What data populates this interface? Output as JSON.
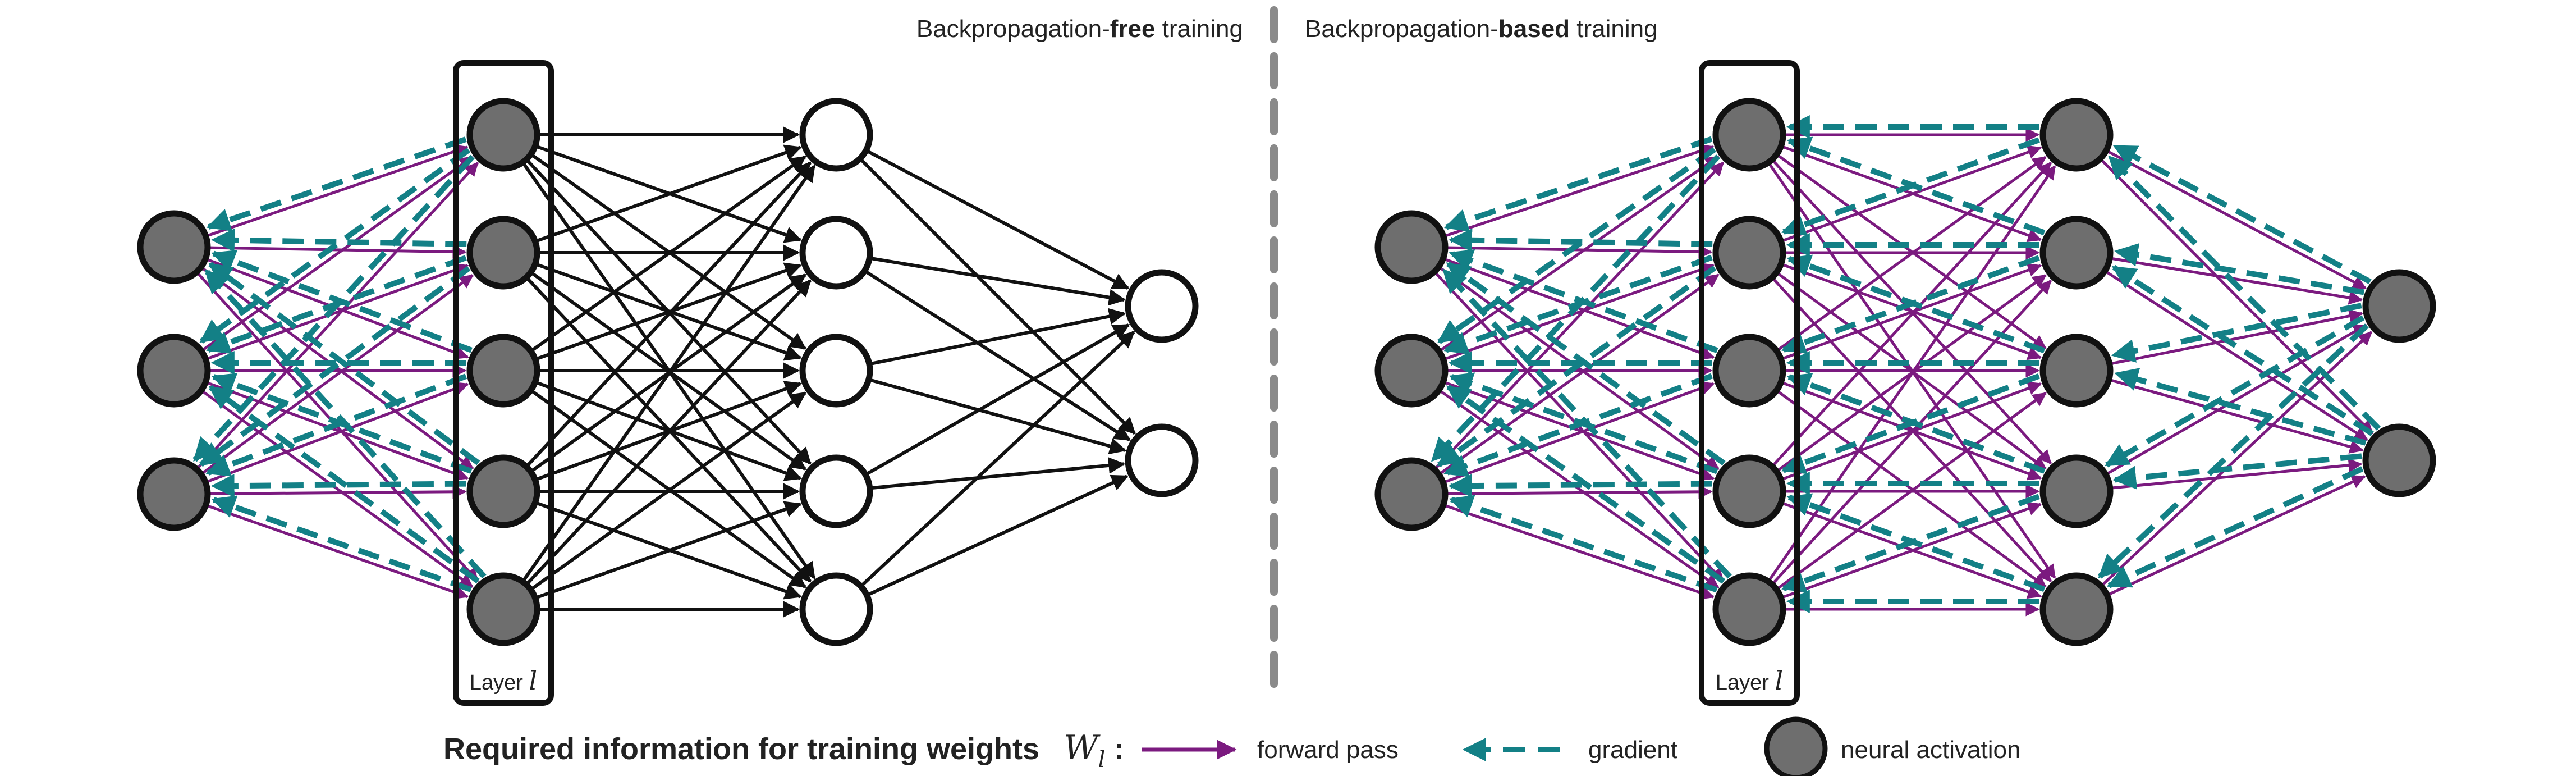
{
  "titles": {
    "left_prefix": "Backpropagation-",
    "left_bold": "free",
    "left_suffix": " training",
    "right_prefix": "Backpropagation-",
    "right_bold": "based",
    "right_suffix": " training"
  },
  "layer_label": {
    "text": "Layer ",
    "symbol": "l"
  },
  "legend": {
    "required_text": "Required information for training weights ",
    "weight_symbol": "W",
    "weight_subscript": "l",
    "colon": " :",
    "forward_pass": "forward pass",
    "gradient": "gradient",
    "neural_activation": "neural activation"
  },
  "colors": {
    "forward": "#7b1a7f",
    "gradient": "#138086",
    "activation_fill": "#6e6e6e",
    "outline": "#111111",
    "black_edge": "#111111",
    "divider": "#8a8a8a"
  },
  "networks": {
    "left": {
      "layer_sizes": [
        3,
        5,
        5,
        2
      ],
      "activated_layers": [
        0,
        1
      ],
      "gradient_layers": [
        [
          0,
          1
        ]
      ],
      "forward_layers": [
        [
          0,
          1
        ]
      ]
    },
    "right": {
      "layer_sizes": [
        3,
        5,
        5,
        2
      ],
      "activated_layers": [
        0,
        1,
        2,
        3
      ],
      "gradient_layers": [
        [
          0,
          1
        ],
        [
          1,
          2
        ],
        [
          2,
          3
        ]
      ],
      "forward_layers": [
        [
          0,
          1
        ],
        [
          1,
          2
        ],
        [
          2,
          3
        ]
      ]
    }
  }
}
